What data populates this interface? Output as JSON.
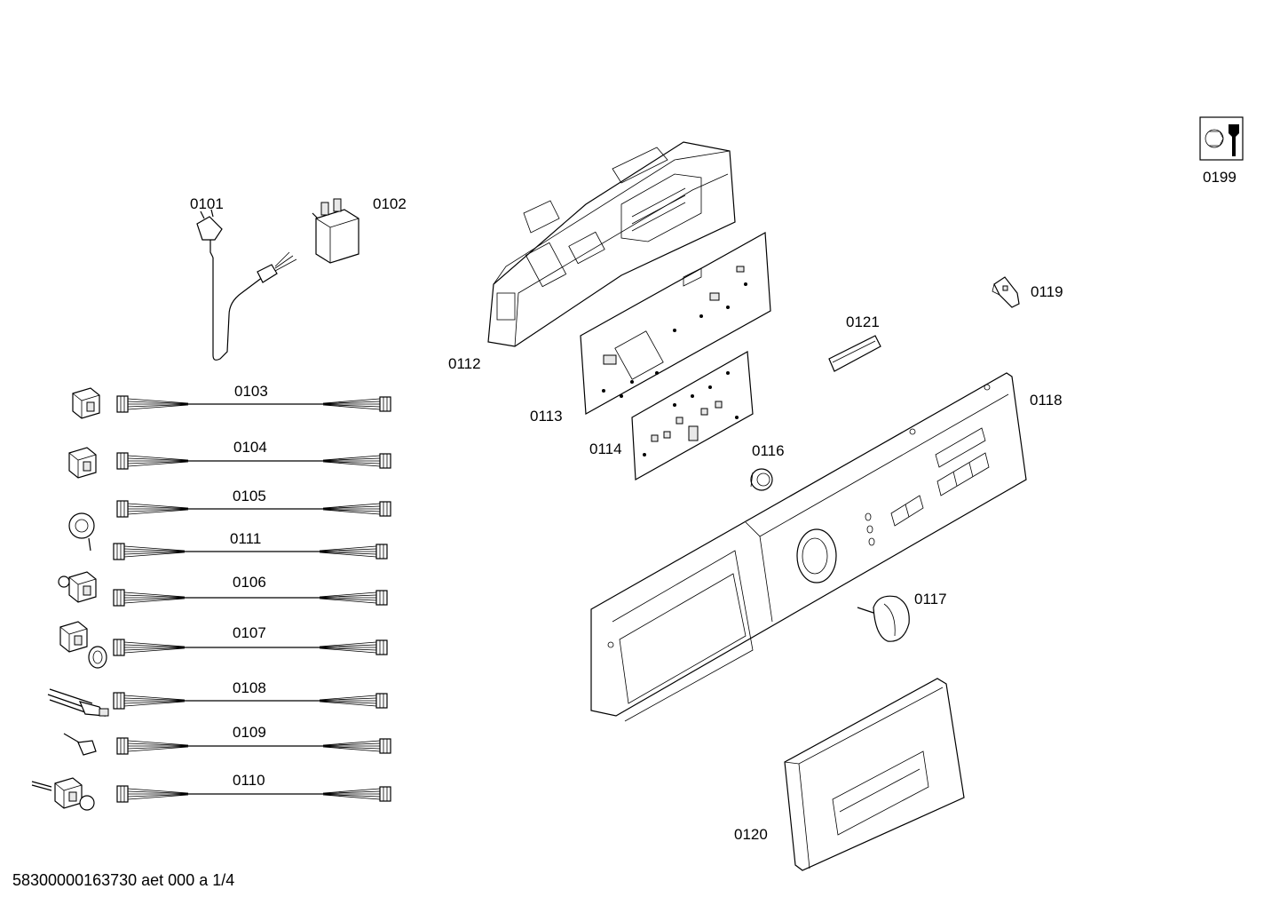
{
  "parts": [
    {
      "id": "p0101",
      "number": "0101",
      "icon": "power-cord-icon"
    },
    {
      "id": "p0102",
      "number": "0102",
      "icon": "interference-filter-icon"
    },
    {
      "id": "p0103",
      "number": "0103",
      "icon": "wiring-harness-icon"
    },
    {
      "id": "p0104",
      "number": "0104",
      "icon": "wiring-harness-icon"
    },
    {
      "id": "p0105",
      "number": "0105",
      "icon": "wiring-harness-icon"
    },
    {
      "id": "p0111",
      "number": "0111",
      "icon": "wiring-harness-icon"
    },
    {
      "id": "p0106",
      "number": "0106",
      "icon": "wiring-harness-icon"
    },
    {
      "id": "p0107",
      "number": "0107",
      "icon": "wiring-harness-icon"
    },
    {
      "id": "p0108",
      "number": "0108",
      "icon": "wiring-harness-icon"
    },
    {
      "id": "p0109",
      "number": "0109",
      "icon": "wiring-harness-icon"
    },
    {
      "id": "p0110",
      "number": "0110",
      "icon": "wiring-harness-icon"
    },
    {
      "id": "p0112",
      "number": "0112",
      "icon": "control-module-housing-icon"
    },
    {
      "id": "p0113",
      "number": "0113",
      "icon": "circuit-board-icon"
    },
    {
      "id": "p0114",
      "number": "0114",
      "icon": "circuit-board-icon"
    },
    {
      "id": "p0116",
      "number": "0116",
      "icon": "knob-ring-icon"
    },
    {
      "id": "p0117",
      "number": "0117",
      "icon": "selector-knob-icon"
    },
    {
      "id": "p0118",
      "number": "0118",
      "icon": "control-panel-fascia-icon"
    },
    {
      "id": "p0119",
      "number": "0119",
      "icon": "bracket-icon"
    },
    {
      "id": "p0120",
      "number": "0120",
      "icon": "drawer-handle-icon"
    },
    {
      "id": "p0121",
      "number": "0121",
      "icon": "button-strip-icon"
    },
    {
      "id": "p0199",
      "number": "0199",
      "icon": "service-wrench-icon"
    }
  ],
  "footer": {
    "text": "58300000163730 aet 000 a 1/4"
  }
}
